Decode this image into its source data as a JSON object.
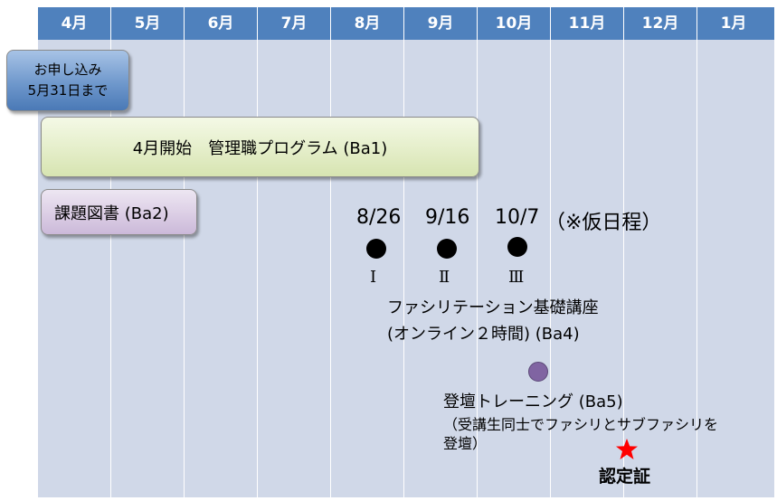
{
  "months": [
    "4月",
    "5月",
    "6月",
    "7月",
    "8月",
    "9月",
    "10月",
    "11月",
    "12月",
    "1月"
  ],
  "apply": {
    "line1": "お申し込み",
    "line2": "5月31日まで"
  },
  "program": {
    "label": "4月開始　管理職プログラム (Ba1)"
  },
  "book": {
    "label": "課題図書 (Ba2)"
  },
  "sessions": {
    "dates": [
      "8/26",
      "9/16",
      "10/7"
    ],
    "note": "（※仮日程）",
    "numerals": [
      "Ⅰ",
      "Ⅱ",
      "Ⅲ"
    ]
  },
  "facilitation": {
    "line1": "ファシリテーション基礎講座",
    "line2": "(オンライン２時間) (Ba4)"
  },
  "training": {
    "title": "登壇トレーニング (Ba5)",
    "note1": "（受講生同士でファシリとサブファシリを",
    "note2": "登壇）"
  },
  "certificate": {
    "label": "認定証"
  },
  "colors": {
    "header": "#4f81bd",
    "grid": "#d0d8e8",
    "program_fill": "#e6efcc",
    "book_fill": "#ddd0e6",
    "apply_fill": "#6f98cc",
    "session_dot": "#8064a2",
    "star": "#ff0000"
  }
}
